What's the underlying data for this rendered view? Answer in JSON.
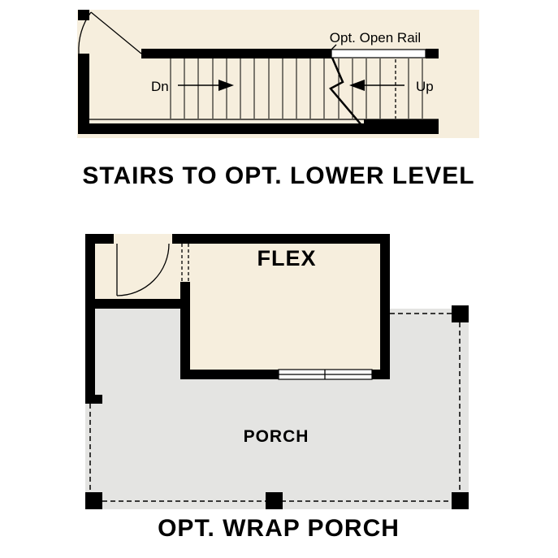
{
  "colors": {
    "floor": "#f6eedd",
    "porch": "#e4e4e2",
    "wall": "#000000"
  },
  "stairs_diagram": {
    "caption": "STAIRS TO OPT. LOWER LEVEL",
    "labels": {
      "rail_note": "Opt. Open Rail",
      "down": "Dn",
      "up": "Up"
    }
  },
  "porch_diagram": {
    "caption": "OPT. WRAP PORCH",
    "labels": {
      "flex": "FLEX",
      "porch": "PORCH"
    }
  }
}
